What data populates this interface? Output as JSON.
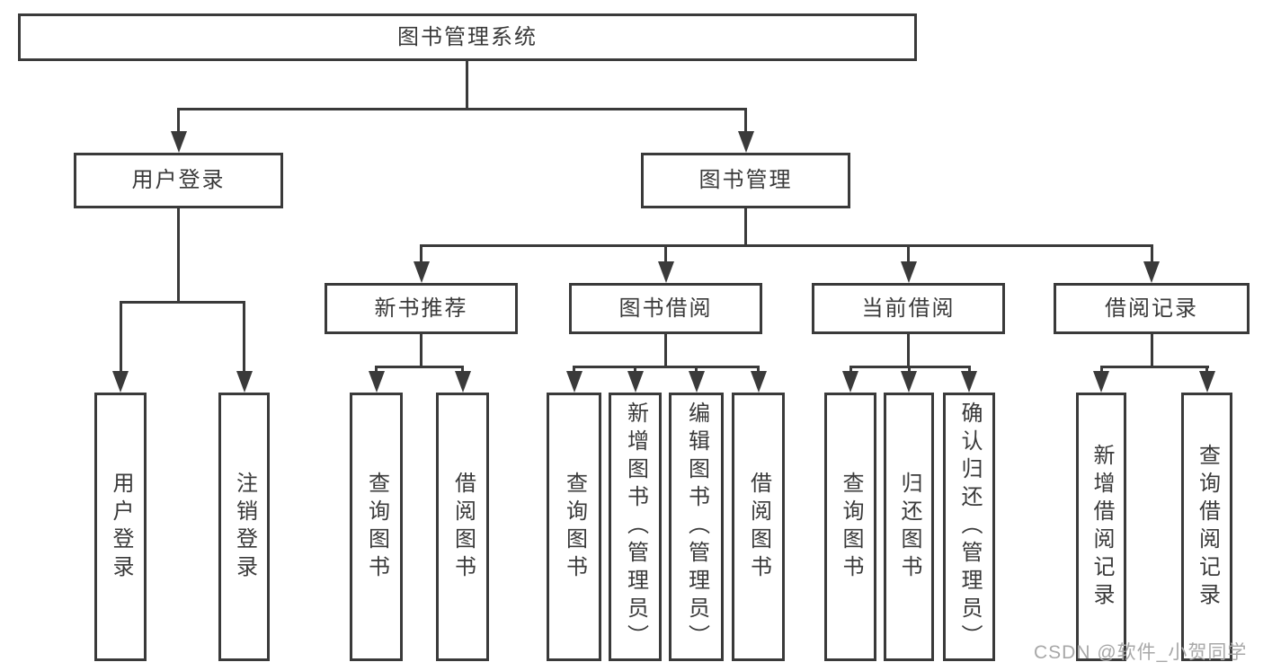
{
  "tree": {
    "root_label": "图书管理系统",
    "login": {
      "label": "用户登录",
      "children": [
        "用户登录",
        "注销登录"
      ]
    },
    "mgmt": {
      "label": "图书管理",
      "modules": [
        {
          "label": "新书推荐",
          "children": [
            "查询图书",
            "借阅图书"
          ]
        },
        {
          "label": "图书借阅",
          "children": [
            "查询图书",
            "新增图书（管理员）",
            "编辑图书（管理员）",
            "借阅图书"
          ]
        },
        {
          "label": "当前借阅",
          "children": [
            "查询图书",
            "归还图书",
            "确认归还（管理员）"
          ]
        },
        {
          "label": "借阅记录",
          "children": [
            "新增借阅记录",
            "查询借阅记录"
          ]
        }
      ]
    }
  },
  "watermark": {
    "text": "CSDN @软件_小贺同学"
  },
  "colors": {
    "line": "#3a3a3a",
    "text": "#3a3a3a",
    "background": "#ffffff",
    "watermark": "#a8a8a8"
  }
}
